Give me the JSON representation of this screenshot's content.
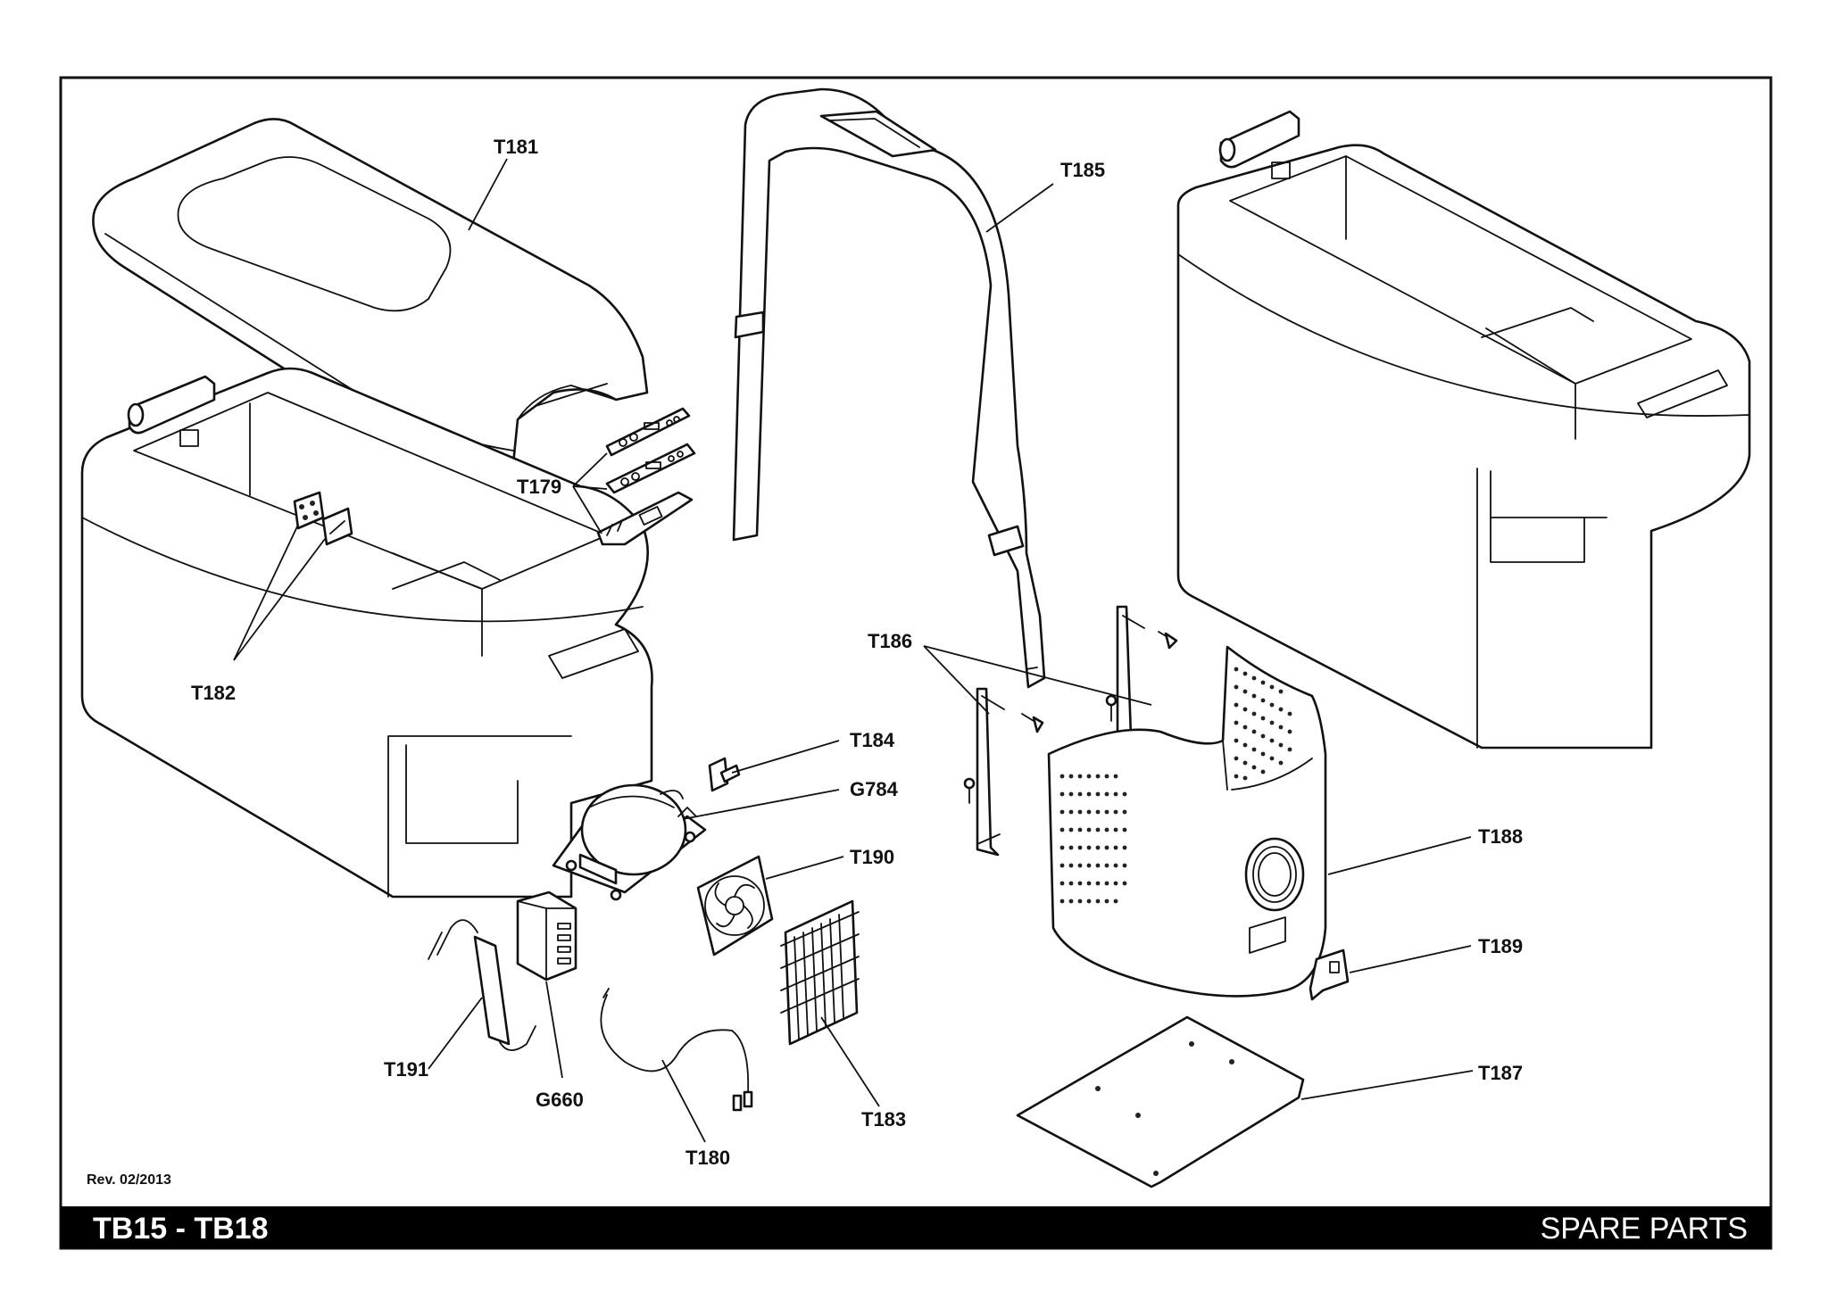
{
  "document": {
    "revision": "Rev. 02/2013",
    "model": "TB15 - TB18",
    "section": "SPARE PARTS"
  },
  "parts": [
    {
      "code": "T181"
    },
    {
      "code": "T185"
    },
    {
      "code": "T179"
    },
    {
      "code": "T182"
    },
    {
      "code": "T186"
    },
    {
      "code": "T184"
    },
    {
      "code": "G784"
    },
    {
      "code": "T190"
    },
    {
      "code": "T188"
    },
    {
      "code": "T189"
    },
    {
      "code": "T187"
    },
    {
      "code": "T191"
    },
    {
      "code": "G660"
    },
    {
      "code": "T183"
    },
    {
      "code": "T180"
    }
  ]
}
